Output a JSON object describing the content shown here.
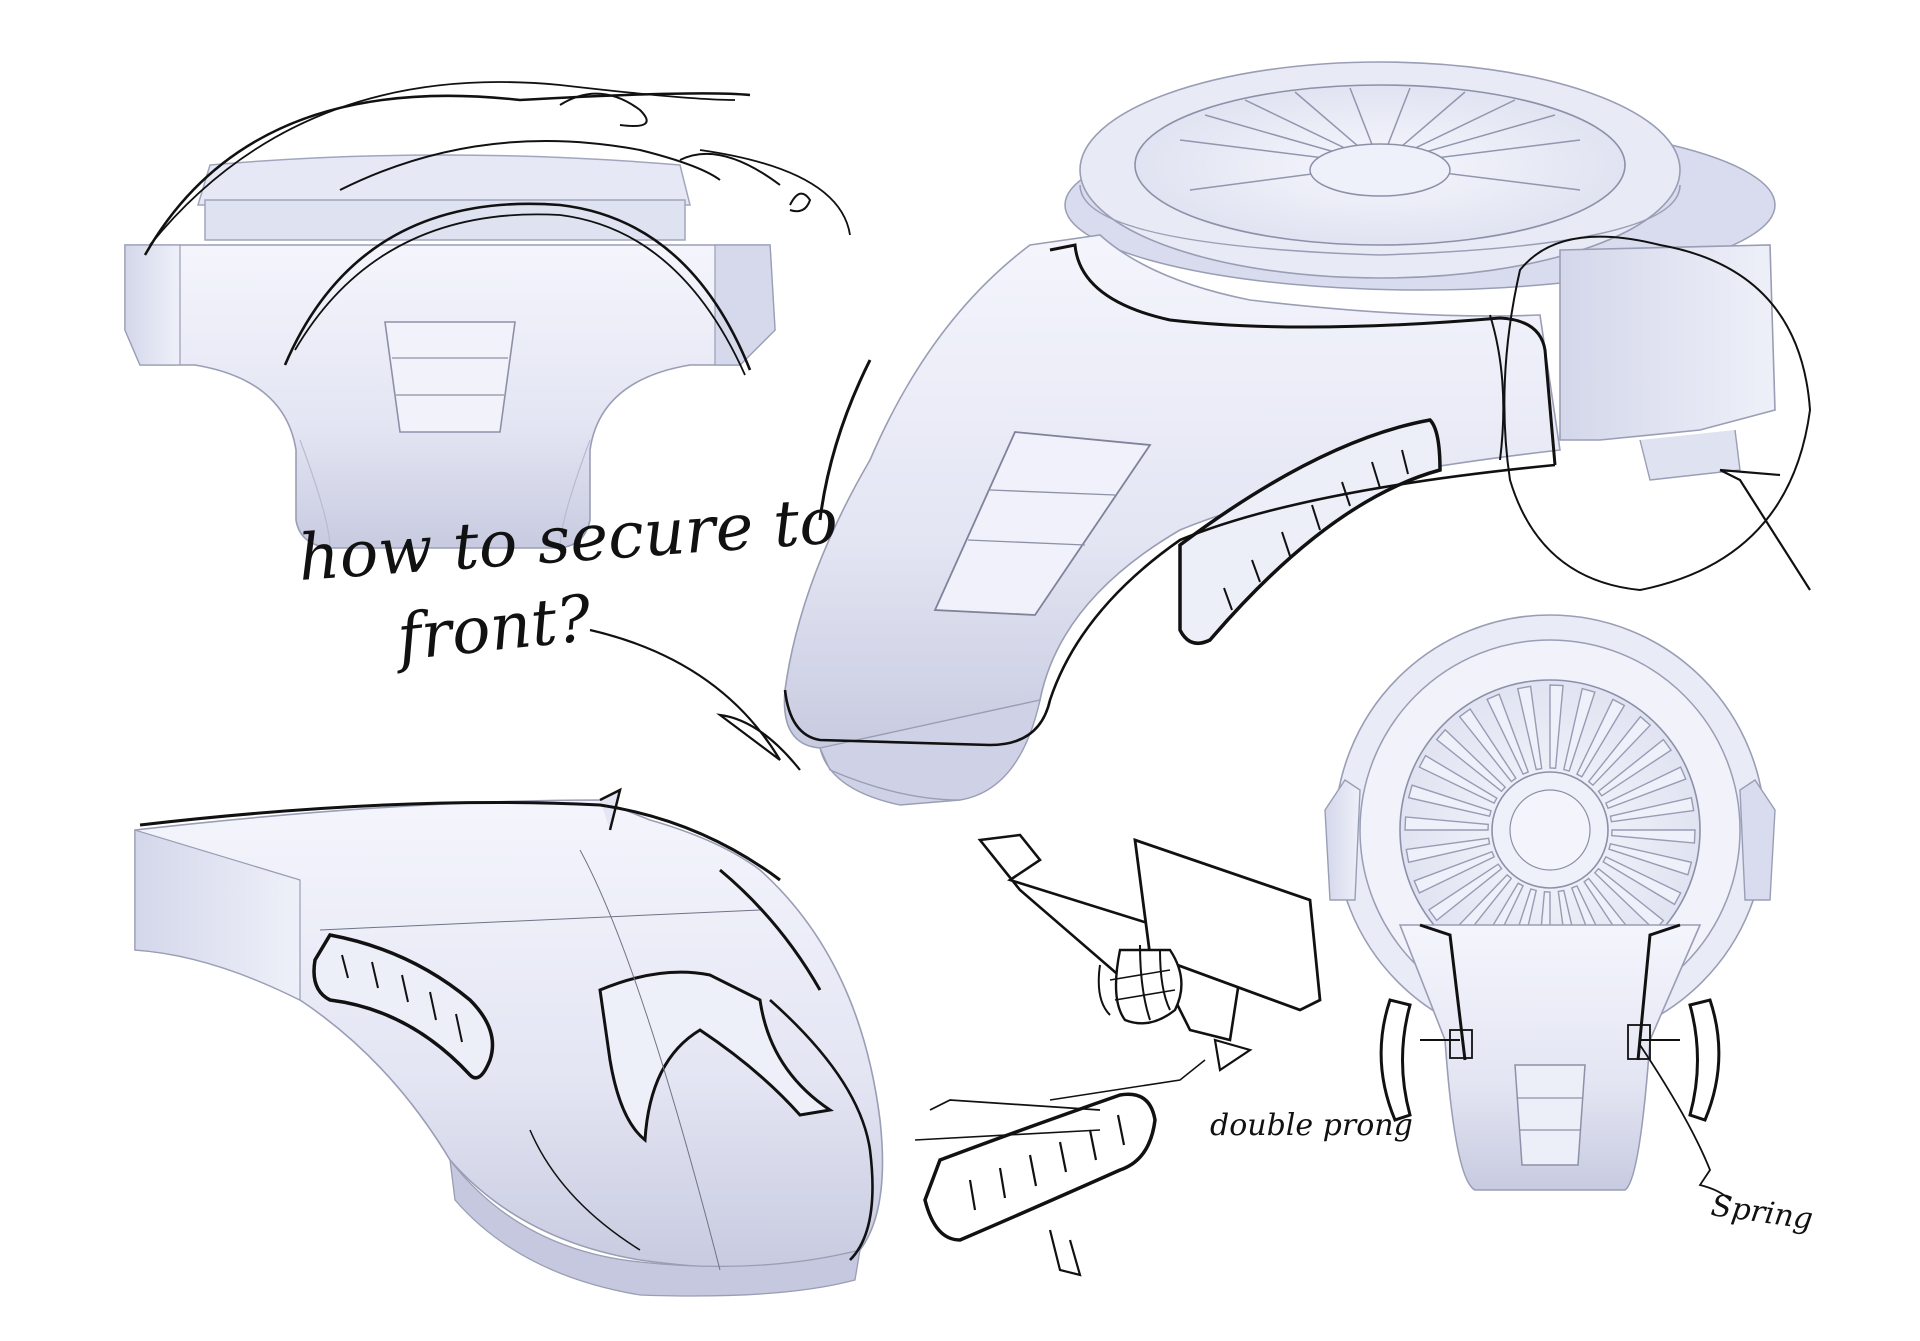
{
  "annotations": {
    "question_line1": "how to secure to",
    "question_line2": "front?",
    "double_prong": "double prong",
    "spring": "Spring"
  },
  "palette": {
    "background": "#ffffff",
    "cad_surface": "#e9ebf7",
    "cad_shadow": "#c9cce0",
    "cad_edge": "#9a9eb5",
    "sketch_ink": "#111111"
  }
}
